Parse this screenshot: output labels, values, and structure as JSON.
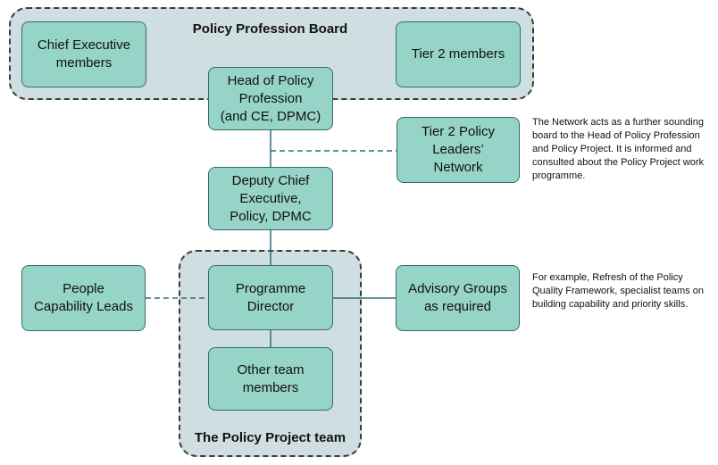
{
  "groups": {
    "board_title": "Policy Profession Board",
    "team_title": "The Policy Project team"
  },
  "nodes": {
    "chief_exec": "Chief Executive\nmembers",
    "tier2_members": "Tier 2 members",
    "head_policy": "Head of Policy\nProfession\n(and CE, DPMC)",
    "tier2_network": "Tier 2 Policy\nLeaders’\nNetwork",
    "deputy_ce": "Deputy Chief\nExecutive,\nPolicy, DPMC",
    "people_capability": "People\nCapability Leads",
    "programme_director": "Programme\nDirector",
    "advisory_groups": "Advisory Groups\nas required",
    "other_team": "Other team\nmembers"
  },
  "notes": {
    "network_note": "The Network acts as a further sounding board to the Head of Policy Profession and Policy Project. It is informed and consulted about the Policy Project work programme.",
    "advisory_note": "For example, Refresh of the Policy Quality Framework, specialist teams on building capability and priority skills."
  },
  "colors": {
    "node_fill": "#96d4c7",
    "node_border": "#356b6b",
    "group_fill": "#cfdee0",
    "connector": "#2e6b7a"
  }
}
